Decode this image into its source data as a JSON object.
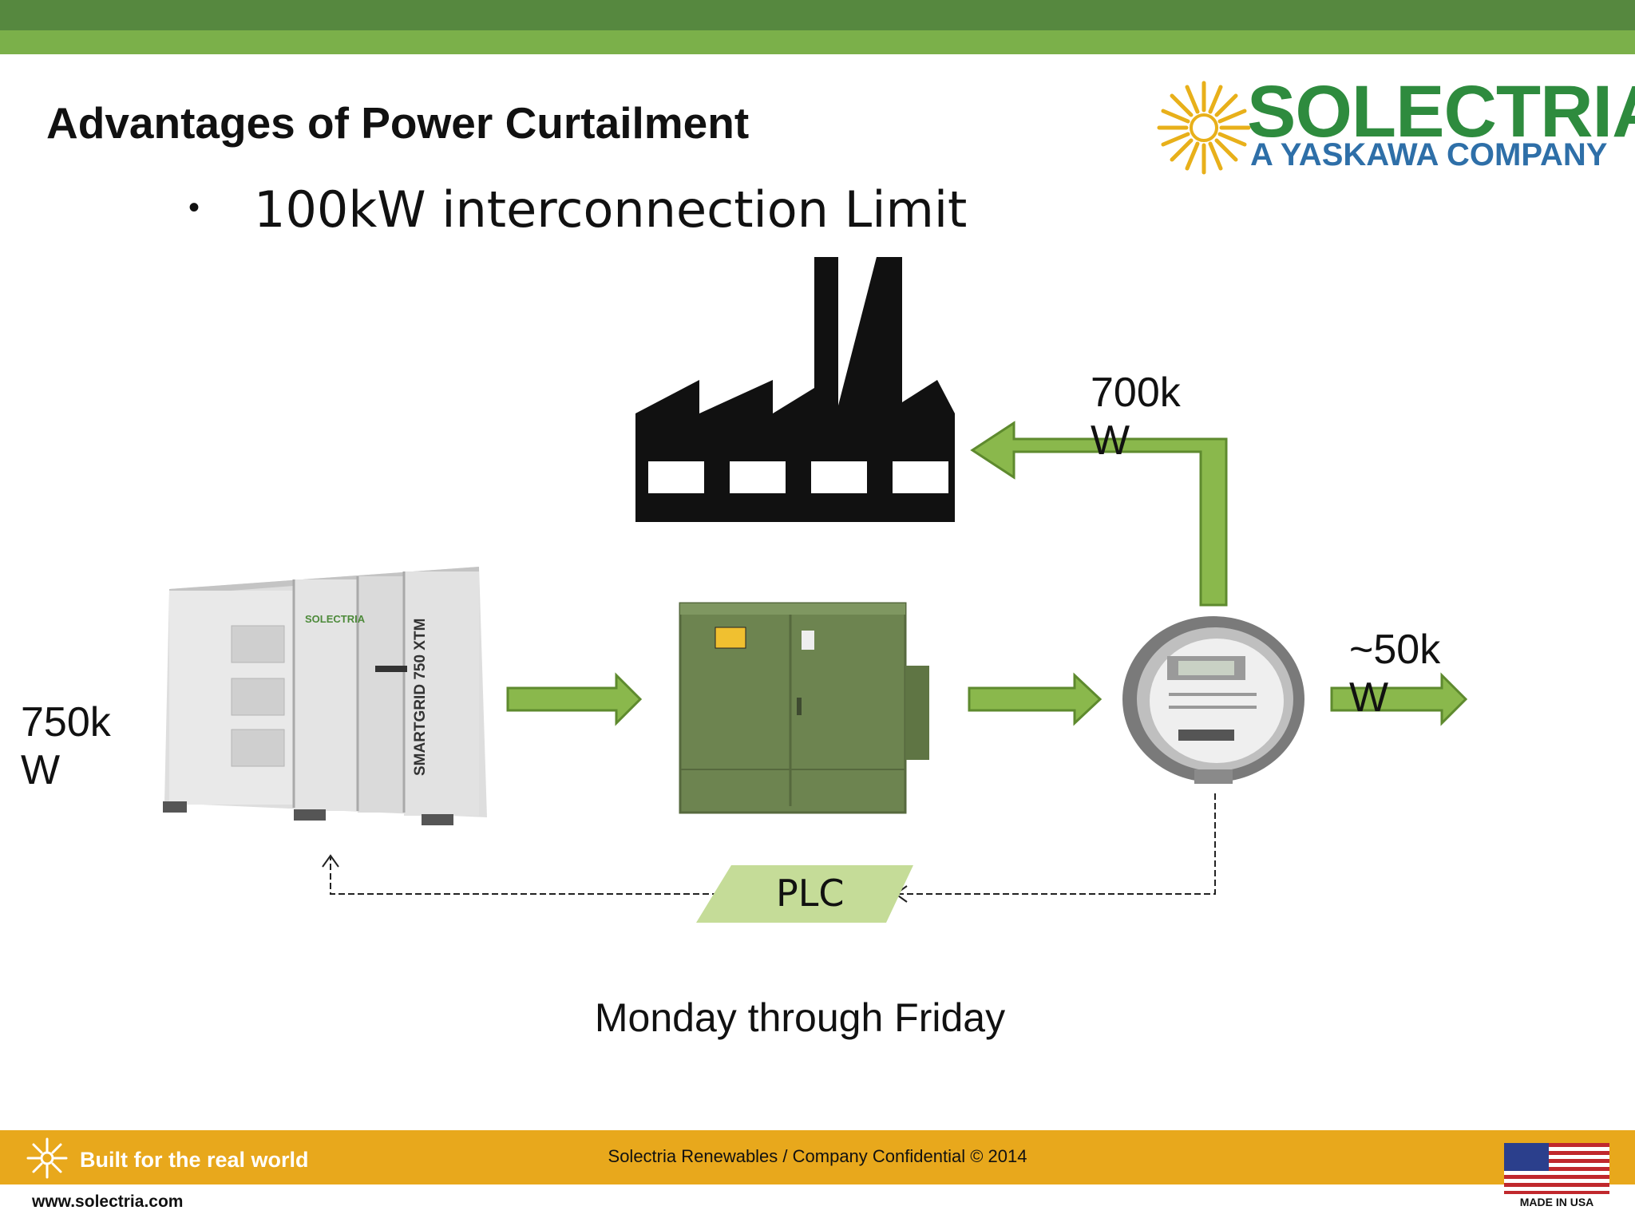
{
  "slide": {
    "title": "Advantages of Power Curtailment",
    "bullet": "100kW interconnection Limit",
    "caption": "Monday through Friday"
  },
  "logo": {
    "name": "SOLECTRIA",
    "subtitle": "A YASKAWA COMPANY"
  },
  "diagram": {
    "inverter_power": "750kW",
    "factory_power": "700kW",
    "export_power": "~50kW",
    "controller_label": "PLC",
    "inverter_brand": "SOLECTRIA",
    "inverter_model": "SMARTGRID 750 XTM"
  },
  "footer": {
    "slogan": "Built for the real world",
    "confidential": "Solectria Renewables / Company Confidential © 2014",
    "url": "www.solectria.com",
    "made_in": "MADE IN USA"
  },
  "colors": {
    "green_dark": "#56883f",
    "green_light": "#7bb04a",
    "arrow_fill": "#8ab84c",
    "arrow_stroke": "#5e8a2e",
    "footer_bg": "#e8a81c",
    "logo_green": "#2e8b3e",
    "logo_blue": "#2e6fa8"
  }
}
